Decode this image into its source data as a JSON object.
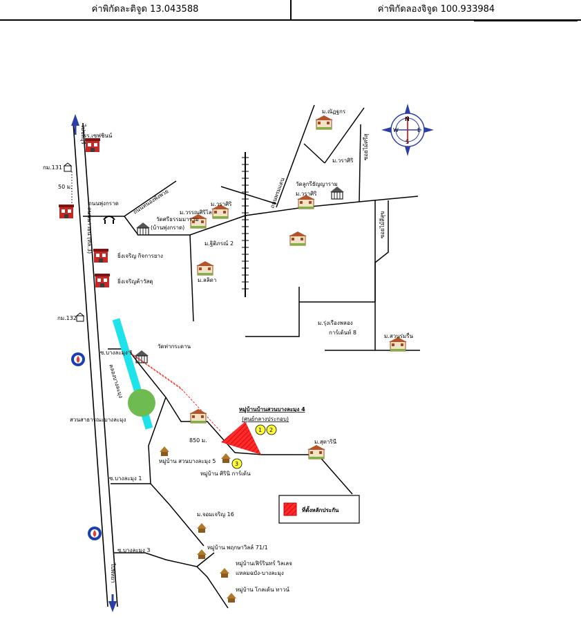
{
  "header": {
    "lat_label": "ค่าพิกัดละติจูด 13.043588",
    "lon_label": "ค่าพิกัดลองจิจูด 100.933984"
  },
  "map": {
    "labels": {
      "hospital": "รร.เซฟชินน์",
      "km131": "กม.131",
      "m50": "50 ม.",
      "km132": "กม.132",
      "road_phu_thakrat": "ถนนพุ่งกราด",
      "road_nong_pho": "ถนนหนองพังพวย",
      "wat_sri_thamma": "วัดศรีธรรมมาราม",
      "ban_phu_thakrat": "(บ้านพุ่งกราด)",
      "m_warasiri_1": "ม.วราศิริ",
      "m_warnsiri": "ม.วรรณศิริไล",
      "m_thitiphon": "ม.ฐิติภรณ์ 2",
      "m_lalida": "ม.ลลิดา",
      "shop1": "ยิ่งเจริญ กิจการยาง",
      "shop2": "ยิ่งเจริญค้าวัสดุ",
      "road_main": "ถนนนาวธน (ทล.3)",
      "m_manuchet": "ม.ณัฏฐกร",
      "m_warasiri_2": "ม.วราศิริ",
      "wat_luk_si": "วัดลูกรีธัญญาราม",
      "m_warasiri_3": "ม.วราศิริ",
      "soi_mai_srib": "ซอยไม้ศรีสุ",
      "soi_kra_thang": "ถนนพรมแดน",
      "soi_mai_si": "ซอยไม้สีสุข",
      "m_rung_ruang": "ม.รุ่งเรืองพลอง",
      "garden8": "การ์เด้นท์ 8",
      "m_suan_rom": "ม.สวนร่มรื่น",
      "wat_tha_kradan": "วัดท่ากระดาน",
      "soi_bang_lamung1": "ซ.บางละมุง 1",
      "canal": "คลองบางละมุง",
      "public_park": "สวนสาธารณะบางละมุง",
      "project_name": "หมู่บ้านบ้านสวนบางละมุง 4",
      "project_sub": "(ศูนย์กลางประกอบ)",
      "dist": "850 ม.",
      "m_sudarin": "ม.สุดารินี",
      "vil_suan5": "หมู่บ้าน สวนบางละมุง 5",
      "vil_siri": "หมู่บ้าน ศิรินิ การ์เด้น",
      "soi_bang_lamung1b": "ซ.บางละมุง 1",
      "legend": "ที่ตั้งหลักประกัน",
      "m_chaloem16": "ม.จอมเจริญ 16",
      "soi_bang_lamung3": "ซ.บางละมุง 3",
      "vil_phruksa": "หมู่บ้าน พฤกษาวิลล์ 71/1",
      "vil_sirinthorn": "หมู่บ้านเฟิร์รินทร์ วิลเลจ",
      "vil_sirinthorn2": "แหลมฉบัง-บางละมุง",
      "vil_golden": "หมู่บ้าน โกลเด้น ทาวน์",
      "to_pattaya": "ไปพัทยา",
      "to_chonburi": "ไปชลบุรี",
      "compass_n": "N",
      "compass_e": "E",
      "compass_w": "W",
      "compass_s": "S",
      "marker1": "1",
      "marker2": "2",
      "marker3": "3"
    },
    "colors": {
      "canal": "#1ee3ea",
      "lake": "#6ebc4f",
      "site": "#ff2b2b",
      "marker": "#ffff33",
      "road": "#000000",
      "arrow": "#2b3ea8"
    }
  }
}
